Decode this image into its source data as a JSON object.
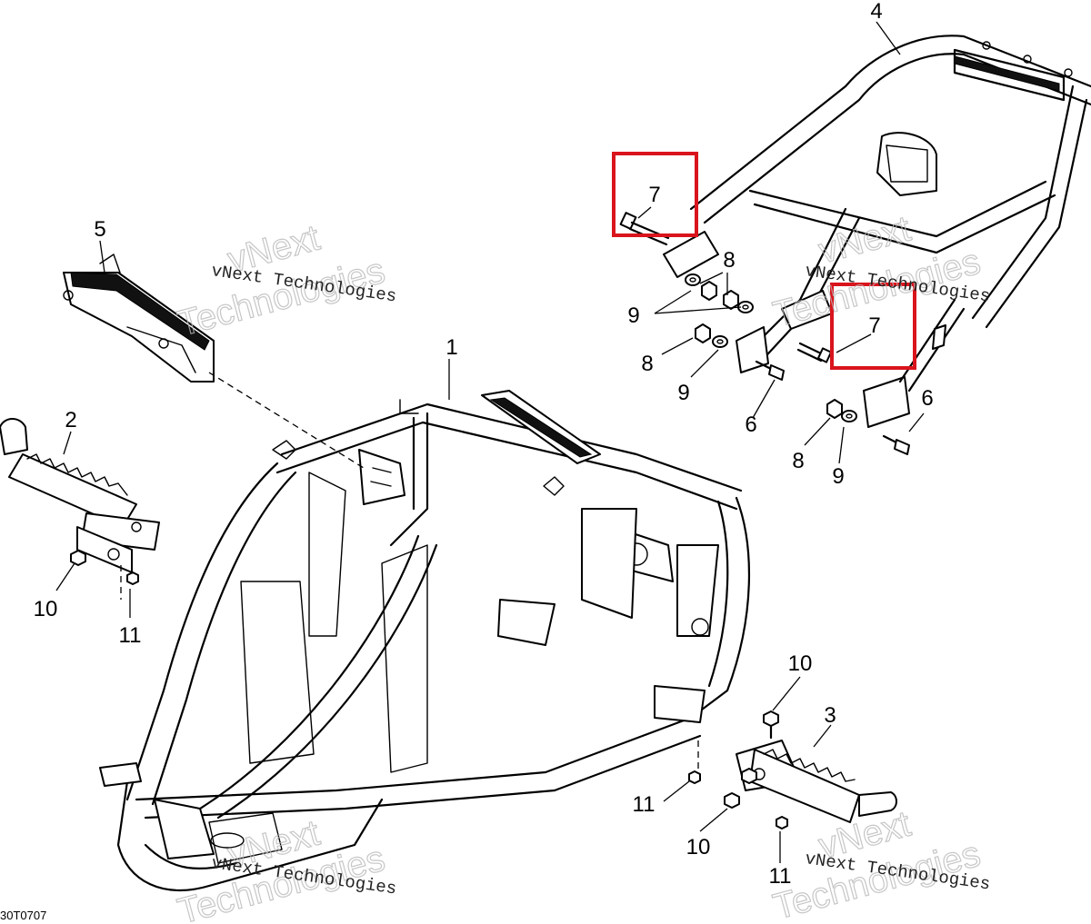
{
  "callouts": {
    "c1": "1",
    "c2": "2",
    "c3": "3",
    "c4": "4",
    "c5": "5",
    "c6a": "6",
    "c6b": "6",
    "c7a": "7",
    "c7b": "7",
    "c8a": "8",
    "c8b": "8",
    "c8c": "8",
    "c9a": "9",
    "c9b": "9",
    "c9c": "9",
    "c10a": "10",
    "c10b": "10",
    "c10c": "10",
    "c11a": "11",
    "c11b": "11",
    "c11c": "11"
  },
  "watermarks": {
    "brand_small": "vNext Technologies",
    "brand_big_1": "vNext",
    "brand_big_2": "Technologies"
  },
  "figure_code": "30T0707",
  "colors": {
    "highlight": "#d9141c",
    "line": "#000000"
  }
}
